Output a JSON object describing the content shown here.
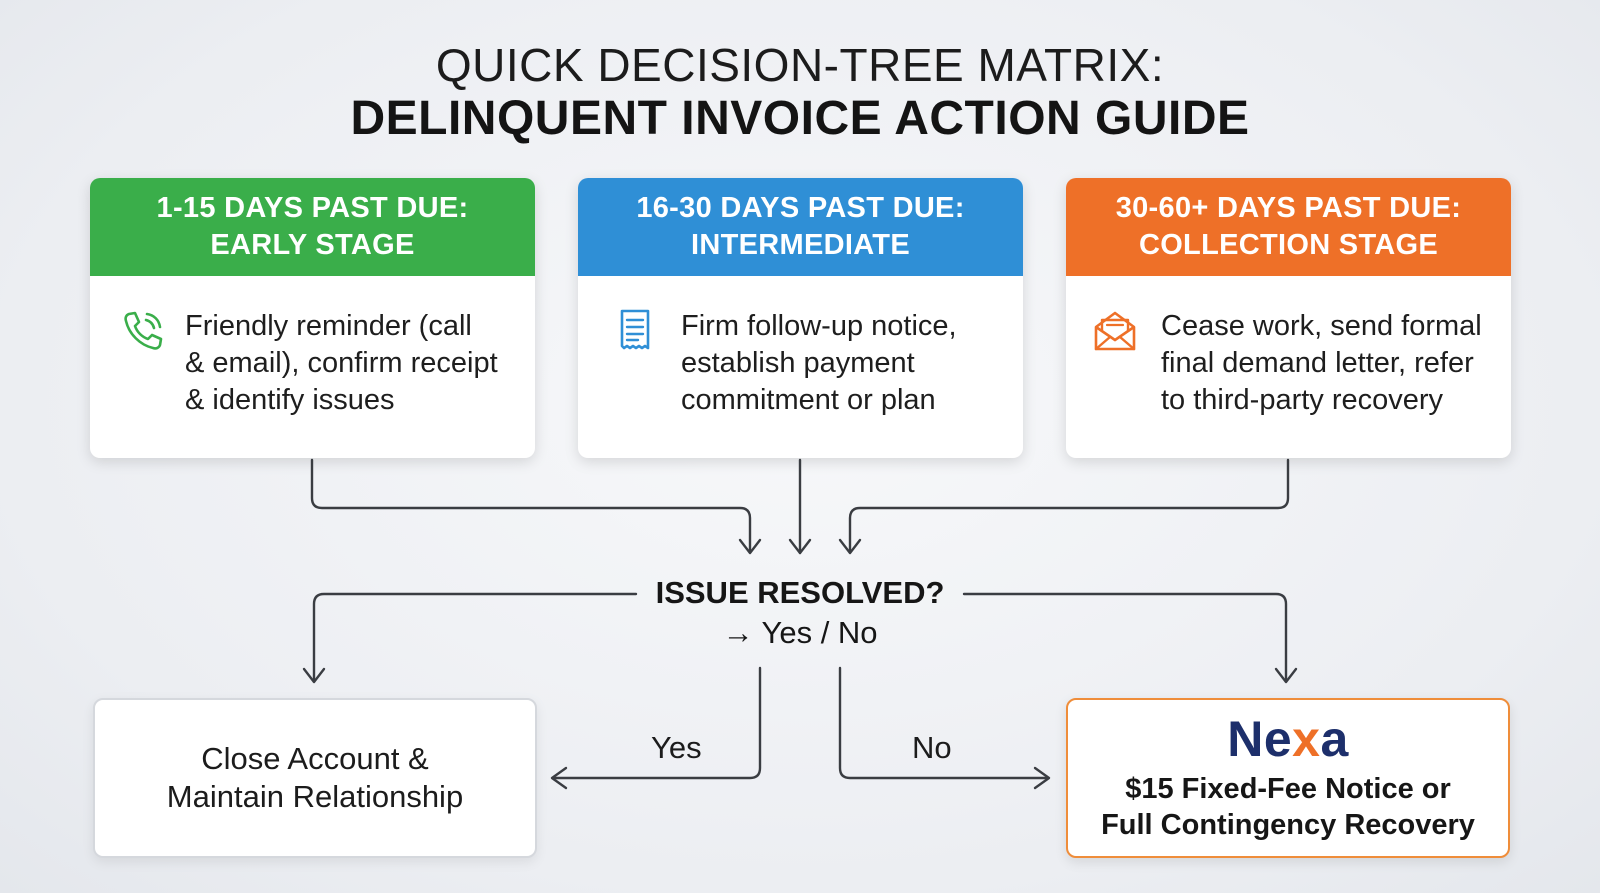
{
  "title": {
    "line1": "QUICK DECISION-TREE MATRIX:",
    "line2": "DELINQUENT INVOICE ACTION GUIDE"
  },
  "stages": [
    {
      "header_line1": "1-15 DAYS PAST DUE:",
      "header_line2": "EARLY STAGE",
      "body_lines": [
        "Friendly reminder (call",
        "& email), confirm receipt",
        "& identify issues"
      ],
      "icon": "phone-icon",
      "color": "#3aae4a"
    },
    {
      "header_line1": "16-30 DAYS PAST DUE:",
      "header_line2": "INTERMEDIATE",
      "body_lines": [
        "Firm follow-up notice,",
        "establish payment",
        "commitment or plan"
      ],
      "icon": "document-icon",
      "color": "#2f8fd6"
    },
    {
      "header_line1": "30-60+ DAYS PAST DUE:",
      "header_line2": "COLLECTION STAGE",
      "body_lines": [
        "Cease work, send formal",
        "final demand letter, refer",
        "to third-party recovery"
      ],
      "icon": "mail-icon",
      "color": "#ee7028"
    }
  ],
  "decision": {
    "question": "ISSUE RESOLVED?",
    "options": "→ Yes / No"
  },
  "branches": {
    "yes_label": "Yes",
    "no_label": "No"
  },
  "outcome_yes": {
    "lines": [
      "Close Account &",
      "Maintain Relationship"
    ]
  },
  "outcome_no": {
    "brand_prefix": "Ne",
    "brand_x": "x",
    "brand_suffix": "a",
    "lines": [
      "$15 Fixed-Fee Notice or",
      "Full Contingency Recovery"
    ],
    "border_color": "#ef8d3a"
  }
}
